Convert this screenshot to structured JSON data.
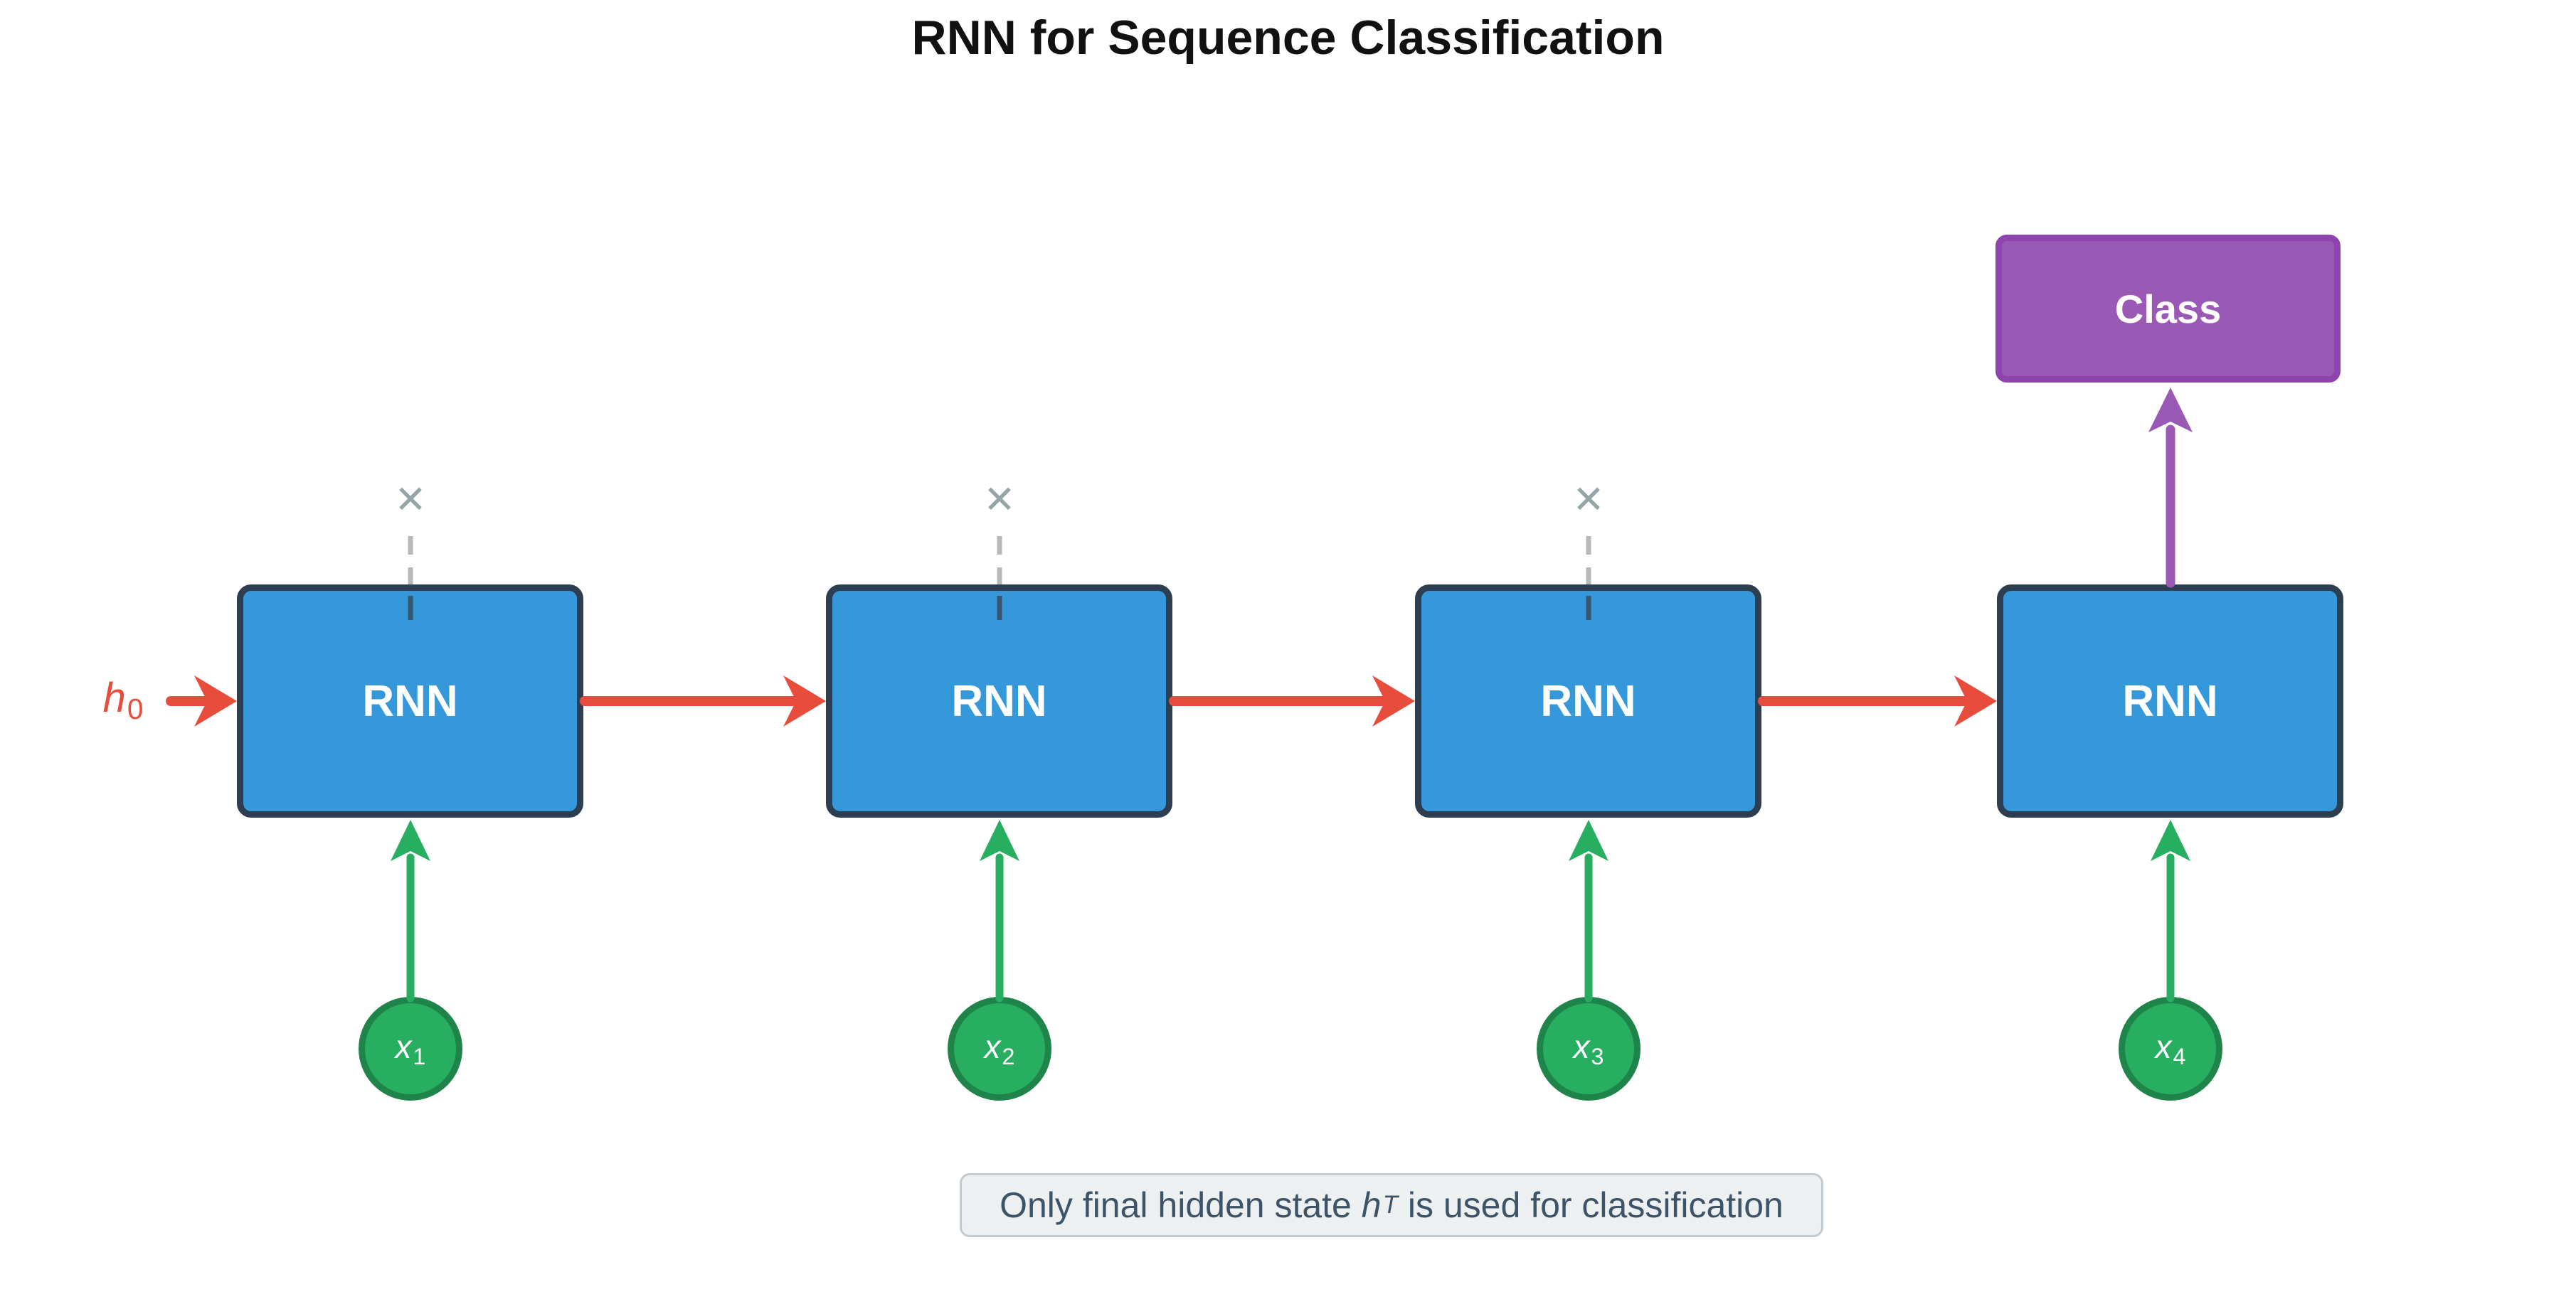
{
  "title": "RNN for Sequence Classification",
  "diagram": {
    "rnn_cells": [
      {
        "label": "RNN"
      },
      {
        "label": "RNN"
      },
      {
        "label": "RNN"
      },
      {
        "label": "RNN"
      }
    ],
    "inputs": [
      {
        "base": "x",
        "sub": "1"
      },
      {
        "base": "x",
        "sub": "2"
      },
      {
        "base": "x",
        "sub": "3"
      },
      {
        "base": "x",
        "sub": "4"
      }
    ],
    "initial_state": {
      "base": "h",
      "sub": "0"
    },
    "output": {
      "label": "Class"
    },
    "skip_marks": [
      "✕",
      "✕",
      "✕"
    ],
    "colors": {
      "cell_fill": "#3498db",
      "cell_border": "#2c3e50",
      "input_fill": "#27ae60",
      "input_border": "#1e8449",
      "output_fill": "#9b59b6",
      "output_border": "#8e44ad",
      "state_arrow": "#e74c3c",
      "input_arrow": "#27ae60",
      "output_arrow": "#9b59b6",
      "skip_mark": "#95a5a6",
      "skip_dash": "#b6babc",
      "skip_dash_overlay": "#3c566f"
    }
  },
  "caption": {
    "prefix": "Only final hidden state ",
    "var_base": "h",
    "var_sub": "T",
    "suffix": " is used for classification"
  }
}
